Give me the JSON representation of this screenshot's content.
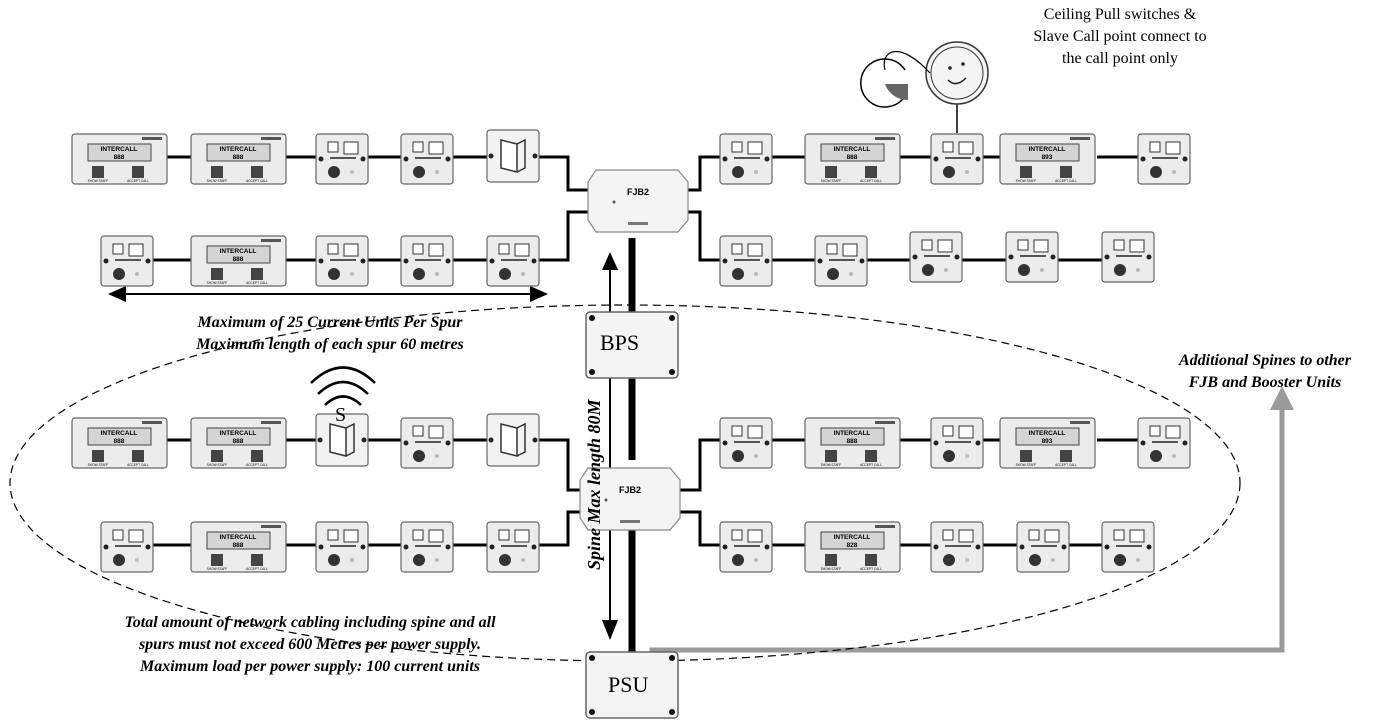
{
  "device_texts": {
    "display_brand": "INTERCALL",
    "display_digits_a": "888",
    "display_digits_b": "893",
    "display_digits_c": "828",
    "btn_left": "SHOW STAFF",
    "btn_right": "ACCEPT CALL",
    "fjb_label": "FJB2"
  },
  "boxes": {
    "bps": "BPS",
    "psu": "PSU"
  },
  "labels": {
    "ceiling_note": [
      "Ceiling Pull switches &",
      "Slave Call point connect to",
      "the call point only"
    ],
    "spur_note": [
      "Maximum of 25 Current Units Per Spur",
      "Maximum length of each spur 60 metres"
    ],
    "spine_note": "Spine Max length  80M",
    "additional_note": [
      "Additional Spines to other",
      "FJB and Booster Units"
    ],
    "cabling_note": [
      "Total amount of network cabling including spine and all",
      "spurs must not exceed 600 Metres per power supply.",
      "Maximum load per power supply: 100 current units"
    ],
    "wireless_symbol": "S"
  },
  "colors": {
    "device_fill": "#ececec",
    "device_border": "#666666",
    "cable": "#000000",
    "spine_grey": "#9a9a9a"
  }
}
